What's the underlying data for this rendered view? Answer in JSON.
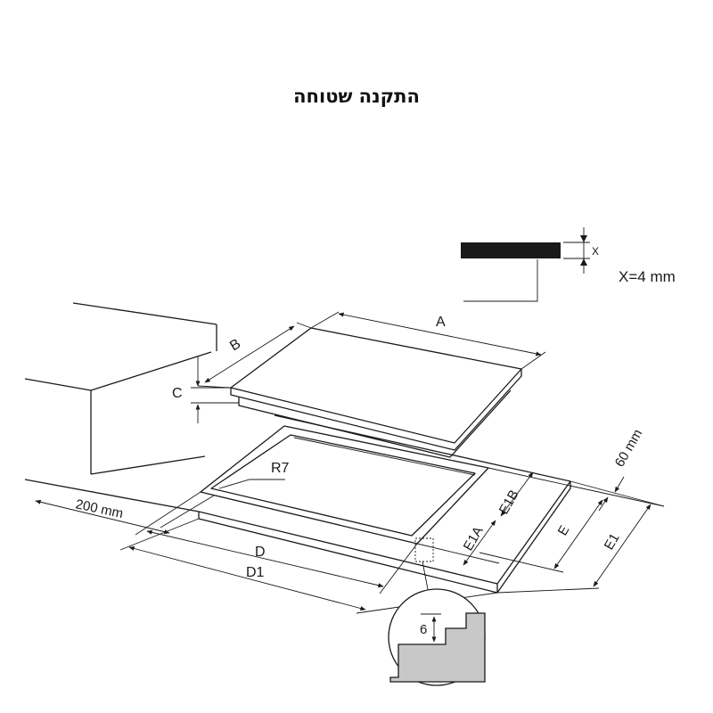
{
  "title": "התקנה שטוחה",
  "labels": {
    "a": "A",
    "b": "B",
    "c": "C",
    "d": "D",
    "d1": "D1",
    "e": "E",
    "e1": "E1",
    "e1a": "E1A",
    "e1b": "E1B",
    "r7": "R7",
    "dist_200": "200 mm",
    "dist_60": "60 mm",
    "x_small": "X",
    "x_value": "X=4 mm",
    "detail_6": "6"
  }
}
